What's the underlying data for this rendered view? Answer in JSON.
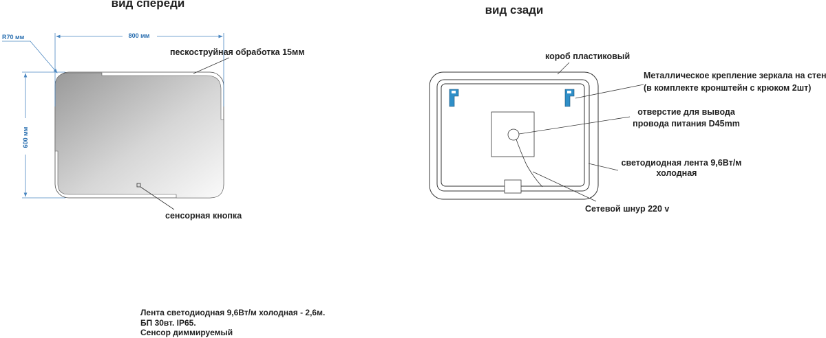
{
  "front": {
    "title": "вид спереди",
    "width_dim": "800 мм",
    "height_dim": "600 мм",
    "radius_dim": "R70 мм",
    "sandblast_label": "пескоструйная обработка 15мм",
    "sensor_label": "сенсорная кнопка"
  },
  "back": {
    "title": "вид сзади",
    "box_label": "короб пластиковый",
    "mount_label_line1": "Металлическое крепление зеркала на стену",
    "mount_label_line2": "(в комплекте кронштейн с крюком 2шт)",
    "hole_label_line1": "отверстие для вывода",
    "hole_label_line2": "провода питания D45mm",
    "led_label_line1": "светодиодная лента 9,6Вт/м",
    "led_label_line2": "холодная",
    "cord_label": "Сетевой шнур 220 v"
  },
  "notes": [
    "Лента светодиодная  9,6Вт/м холодная - 2,6м.",
    "БП 30вт. IP65.",
    "Сенсор диммируемый"
  ],
  "colors": {
    "dimension": "#2a6fb0",
    "bracket": "#2f8fc8"
  }
}
